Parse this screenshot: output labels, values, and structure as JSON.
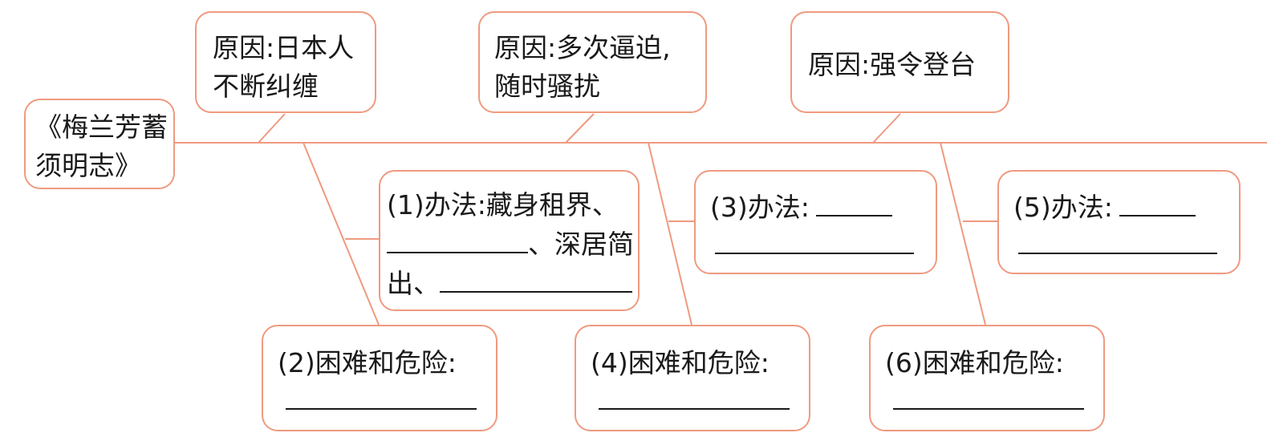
{
  "head": {
    "line1": "《梅兰芳蓄",
    "line2": "须明志》"
  },
  "causes": [
    {
      "line1": "原因:日本人",
      "line2": "不断纠缠"
    },
    {
      "line1": "原因:多次逼迫,",
      "line2": "随时骚扰"
    },
    {
      "line1": "原因:强令登台"
    }
  ],
  "methods": [
    {
      "line1": "(1)办法:藏身租界、",
      "line2_suffix": "、深居简",
      "line3_prefix": "出、"
    },
    {
      "line1": "(3)办法:"
    },
    {
      "line1": "(5)办法:"
    }
  ],
  "difficulties": [
    {
      "line1": "(2)困难和危险:"
    },
    {
      "line1": "(4)困难和危险:"
    },
    {
      "line1": "(6)困难和危险:"
    }
  ],
  "colors": {
    "border": "#ef9a80",
    "line": "#ef9a80",
    "text": "#1a1a1a"
  }
}
